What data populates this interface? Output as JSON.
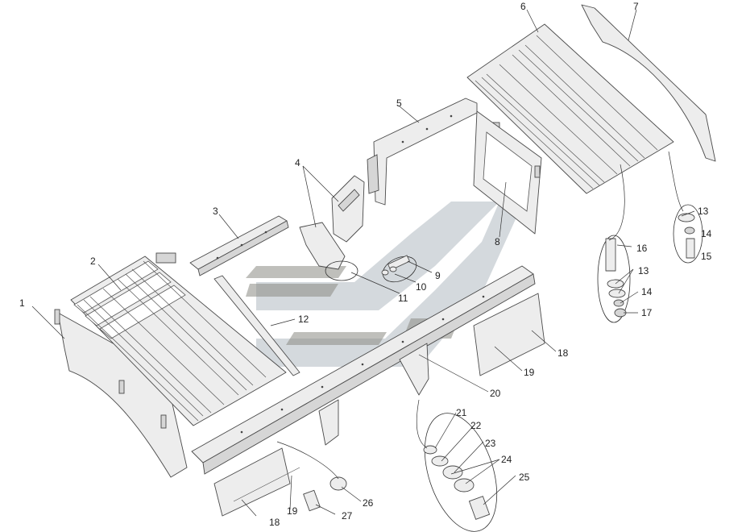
{
  "diagram": {
    "parts": [
      {
        "id": "1",
        "label": "1"
      },
      {
        "id": "2",
        "label": "2"
      },
      {
        "id": "3",
        "label": "3"
      },
      {
        "id": "4",
        "label": "4"
      },
      {
        "id": "5",
        "label": "5"
      },
      {
        "id": "6",
        "label": "6"
      },
      {
        "id": "7",
        "label": "7"
      },
      {
        "id": "8",
        "label": "8"
      },
      {
        "id": "9",
        "label": "9"
      },
      {
        "id": "10",
        "label": "10"
      },
      {
        "id": "11",
        "label": "11"
      },
      {
        "id": "12",
        "label": "12"
      },
      {
        "id": "13a",
        "label": "13"
      },
      {
        "id": "13b",
        "label": "13"
      },
      {
        "id": "14a",
        "label": "14"
      },
      {
        "id": "14b",
        "label": "14"
      },
      {
        "id": "15",
        "label": "15"
      },
      {
        "id": "16",
        "label": "16"
      },
      {
        "id": "17",
        "label": "17"
      },
      {
        "id": "18a",
        "label": "18"
      },
      {
        "id": "18b",
        "label": "18"
      },
      {
        "id": "19a",
        "label": "19"
      },
      {
        "id": "19b",
        "label": "19"
      },
      {
        "id": "20",
        "label": "20"
      },
      {
        "id": "21",
        "label": "21"
      },
      {
        "id": "22",
        "label": "22"
      },
      {
        "id": "23",
        "label": "23"
      },
      {
        "id": "24",
        "label": "24"
      },
      {
        "id": "25",
        "label": "25"
      },
      {
        "id": "26",
        "label": "26"
      },
      {
        "id": "27",
        "label": "27"
      }
    ]
  }
}
